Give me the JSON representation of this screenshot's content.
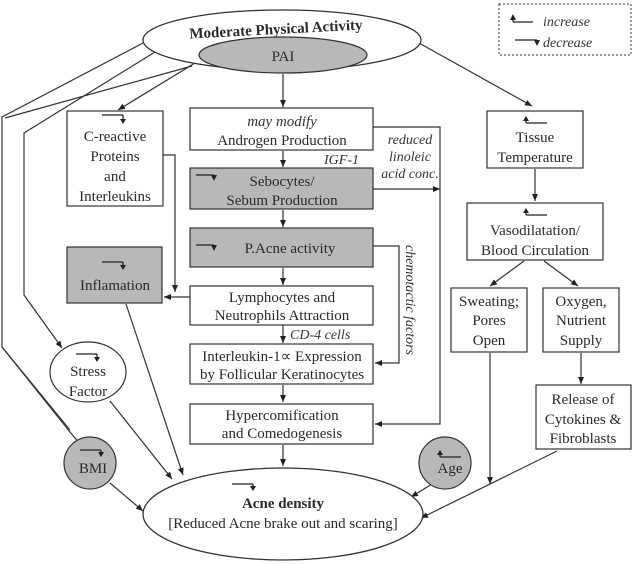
{
  "legend": {
    "increase": "increase",
    "decrease": "decrease"
  },
  "colors": {
    "stroke": "#333333",
    "shaded": "#b8b8b8",
    "white": "#ffffff"
  },
  "nodes": {
    "mpa": {
      "title": "Moderate Physical Activity",
      "trend": "none"
    },
    "pai": {
      "title": "PAI"
    },
    "crp": {
      "lines": [
        "C-reactive",
        "Proteins",
        "and",
        "Interleukins"
      ],
      "trend": "decrease"
    },
    "androgen": {
      "lines": [
        "may modify",
        "Androgen Production"
      ]
    },
    "sebum": {
      "lines": [
        "Sebocytes/",
        "Sebum Production"
      ],
      "trend": "decrease"
    },
    "pacne": {
      "lines": [
        "P.Acne activity"
      ],
      "trend": "decrease"
    },
    "inflam": {
      "lines": [
        "Inflamation"
      ],
      "trend": "decrease"
    },
    "lymph": {
      "lines": [
        "Lymphocytes and",
        "Neutrophils Attraction"
      ]
    },
    "il1": {
      "lines": [
        "Interleukin-1∝ Expression",
        "by Follicular Keratinocytes"
      ]
    },
    "hyper": {
      "lines": [
        "Hypercomification",
        "and Comedogenesis"
      ]
    },
    "stress": {
      "lines": [
        "Stress",
        "Factor"
      ],
      "trend": "decrease"
    },
    "bmi": {
      "lines": [
        "BMI"
      ],
      "trend": "decrease"
    },
    "age": {
      "lines": [
        "Age"
      ],
      "trend": "increase"
    },
    "tissue": {
      "lines": [
        "Tissue",
        "Temperature"
      ],
      "trend": "increase"
    },
    "vaso": {
      "lines": [
        "Vasodilatation/",
        "Blood Circulation"
      ],
      "trend": "increase"
    },
    "sweat": {
      "lines": [
        "Sweating;",
        "Pores",
        "Open"
      ]
    },
    "oxygen": {
      "lines": [
        "Oxygen,",
        "Nutrient",
        "Supply"
      ]
    },
    "release": {
      "lines": [
        "Release of",
        "Cytokines &",
        "Fibroblasts"
      ]
    },
    "acne": {
      "title": "Acne density",
      "subtitle": "[Reduced Acne brake out and scaring]",
      "trend": "decrease"
    }
  },
  "edge_labels": {
    "igf": "IGF-1",
    "linoleic": [
      "reduced",
      "linoleic",
      "acid conc."
    ],
    "chemotactic": "chemotactic factors",
    "cd4": "CD-4 cells"
  }
}
